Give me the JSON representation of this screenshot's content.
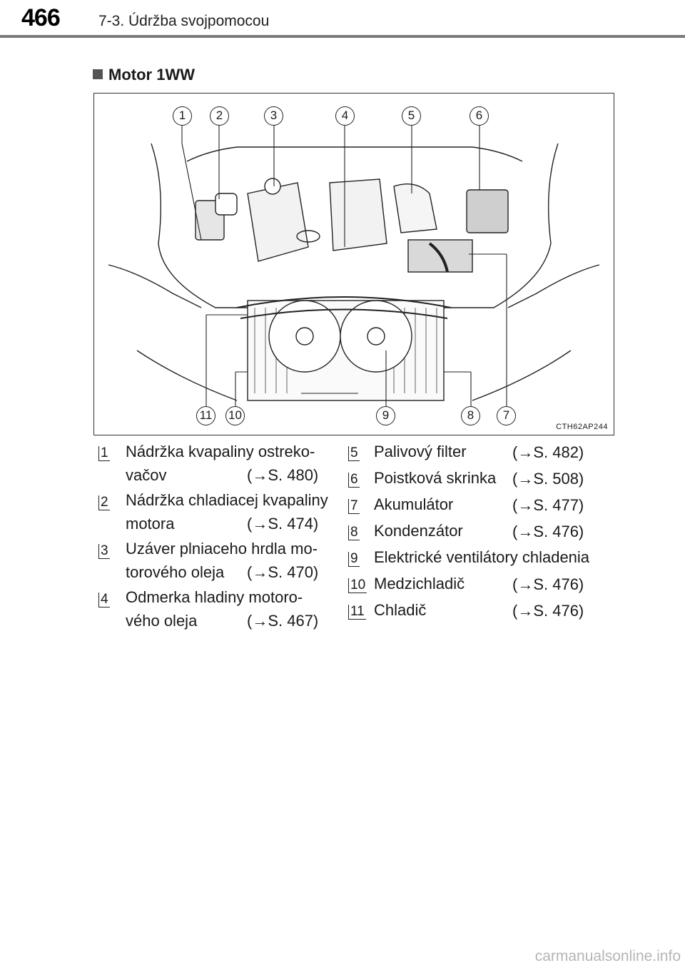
{
  "header": {
    "page_number": "466",
    "chapter": "7-3. Údržba svojpomocou"
  },
  "section": {
    "title": "Motor 1WW"
  },
  "figure": {
    "code": "CTH62AP244",
    "callouts_top": [
      "1",
      "2",
      "3",
      "4",
      "5",
      "6"
    ],
    "callouts_bottom": [
      "11",
      "10",
      "9",
      "8",
      "7"
    ]
  },
  "legend": {
    "left": [
      {
        "num": "1",
        "line1": "Nádržka kvapaliny ostreko-",
        "line2": "vačov",
        "ref": "(→S. 480)"
      },
      {
        "num": "2",
        "line1": "Nádržka chladiacej kvapaliny",
        "line2": "motora",
        "ref": "(→S. 474)"
      },
      {
        "num": "3",
        "line1": "Uzáver plniaceho hrdla mo-",
        "line2": "torového oleja",
        "ref": "(→S. 470)"
      },
      {
        "num": "4",
        "line1": "Odmerka hladiny motoro-",
        "line2": "vého oleja",
        "ref": "(→S. 467)"
      }
    ],
    "right": [
      {
        "num": "5",
        "label": "Palivový filter",
        "ref": "(→S. 482)"
      },
      {
        "num": "6",
        "label": "Poistková skrinka",
        "ref": "(→S. 508)"
      },
      {
        "num": "7",
        "label": "Akumulátor",
        "ref": "(→S. 477)"
      },
      {
        "num": "8",
        "label": "Kondenzátor",
        "ref": "(→S. 476)"
      },
      {
        "num": "9",
        "label": "Elektrické ventilátory chladenia",
        "ref": ""
      },
      {
        "num": "10",
        "label": "Medzichladič",
        "ref": "(→S. 476)"
      },
      {
        "num": "11",
        "label": "Chladič",
        "ref": "(→S. 476)"
      }
    ]
  },
  "watermark": "carmanualsonline.info"
}
